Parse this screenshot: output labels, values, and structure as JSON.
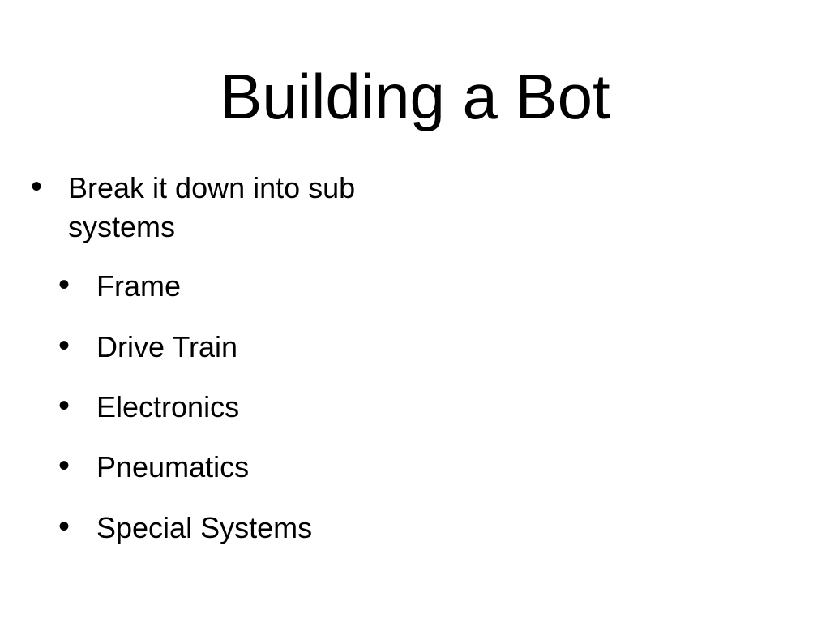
{
  "slide": {
    "title": "Building a Bot",
    "bullet_symbol": "•",
    "bullets": [
      {
        "level": 1,
        "text": "Break it down into sub systems"
      },
      {
        "level": 2,
        "text": "Frame"
      },
      {
        "level": 2,
        "text": "Drive Train"
      },
      {
        "level": 2,
        "text": "Electronics"
      },
      {
        "level": 2,
        "text": "Pneumatics"
      },
      {
        "level": 2,
        "text": "Special Systems"
      }
    ]
  },
  "colors": {
    "background": "#ffffff",
    "text": "#000000"
  }
}
